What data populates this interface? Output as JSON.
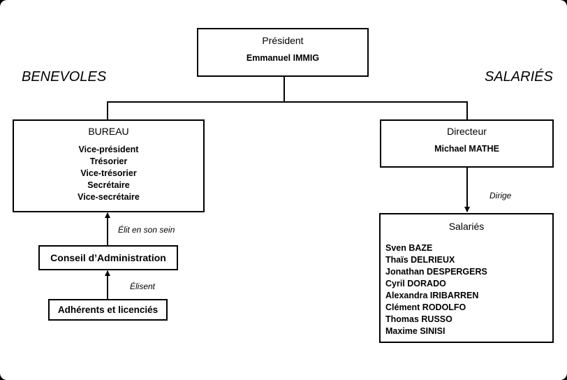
{
  "side_labels": {
    "left": "BENEVOLES",
    "right": "SALARIÉS"
  },
  "president": {
    "title": "Président",
    "name": "Emmanuel IMMIG"
  },
  "bureau": {
    "title": "BUREAU",
    "roles": [
      "Vice-président",
      "Trésorier",
      "Vice-trésorier",
      "Secrétaire",
      "Vice-secrétaire"
    ]
  },
  "directeur": {
    "title": "Directeur",
    "name": "Michael MATHE"
  },
  "conseil": {
    "label": "Conseil d’Administration"
  },
  "adherents": {
    "label": "Adhérents et licenciés"
  },
  "salaries": {
    "title": "Salariés",
    "names": [
      "Sven BAZE",
      "Thaïs DELRIEUX",
      "Jonathan DESPERGERS",
      "Cyril DORADO",
      "Alexandra IRIBARREN",
      "Clément RODOLFO",
      "Thomas RUSSO",
      "Maxime SINISI"
    ]
  },
  "edges": {
    "elit": "Élit en son sein",
    "elisent": "Élisent",
    "dirige": "Dirige"
  }
}
